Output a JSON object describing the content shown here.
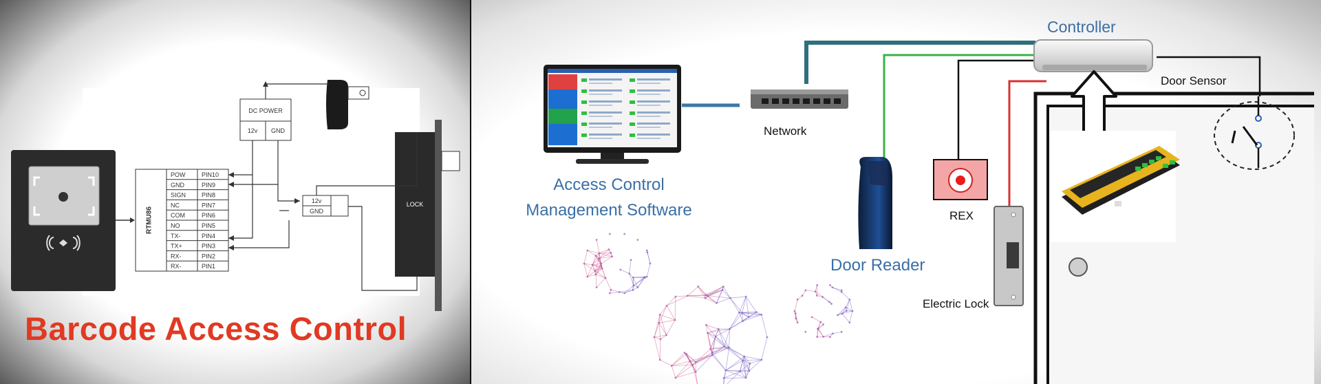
{
  "left_panel": {
    "title": "Barcode Access Control",
    "dc_power": {
      "label": "DC POWER",
      "pin_12v": "12v",
      "pin_gnd": "GND"
    },
    "module_label": "RTMU86",
    "pins": [
      {
        "name": "POW",
        "pin": "PIN10"
      },
      {
        "name": "GND",
        "pin": "PIN9"
      },
      {
        "name": "SIGN",
        "pin": "PIN8"
      },
      {
        "name": "NC",
        "pin": "PIN7"
      },
      {
        "name": "COM",
        "pin": "PIN6"
      },
      {
        "name": "NO",
        "pin": "PIN5"
      },
      {
        "name": "TX-",
        "pin": "PIN4"
      },
      {
        "name": "TX+",
        "pin": "PIN3"
      },
      {
        "name": "RX-",
        "pin": "PIN2"
      },
      {
        "name": "RX-",
        "pin": "PIN1"
      }
    ],
    "lock_terminals": {
      "pin_12v": "12v",
      "pin_gnd": "GND"
    },
    "lock_label": "LOCK"
  },
  "right_panel": {
    "controller": "Controller",
    "door_sensor": "Door Sensor",
    "network": "Network",
    "software": [
      "Access Control",
      "Management Software"
    ],
    "rex": "REX",
    "door_reader": "Door Reader",
    "electric_lock": "Electric Lock"
  },
  "colors": {
    "title_red": "#e03a22",
    "label_blue": "#3a6fa5",
    "wire_teal": "#2f6f7d",
    "wire_green": "#3ab24a",
    "wire_red": "#d93030"
  }
}
